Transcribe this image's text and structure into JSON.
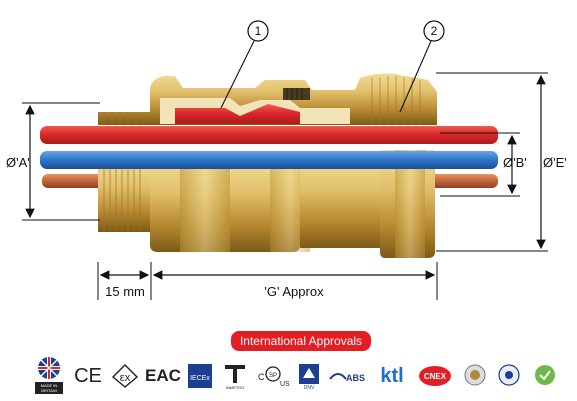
{
  "callouts": [
    {
      "number": "1"
    },
    {
      "number": "2"
    }
  ],
  "dimensions": {
    "a": "Ø'A'",
    "b": "Ø'B'",
    "e": "Ø'E'",
    "fifteen": "15 mm",
    "g": "'G' Approx"
  },
  "approvals": {
    "title": "International Approvals",
    "logos": [
      {
        "name": "made-in-britain-logo",
        "text": "MADE IN BRITAIN"
      },
      {
        "name": "ce-mark-logo",
        "text": "CE"
      },
      {
        "name": "ex-mark-logo",
        "text": "Ex"
      },
      {
        "name": "eac-mark-logo",
        "text": "EAC"
      },
      {
        "name": "iecex-logo",
        "text": "IECEx"
      },
      {
        "name": "inmetro-logo",
        "text": "INMETRO"
      },
      {
        "name": "csa-us-logo",
        "text": "C US"
      },
      {
        "name": "dnv-logo",
        "text": "DNV"
      },
      {
        "name": "abs-logo",
        "text": "ABS"
      },
      {
        "name": "ktl-logo",
        "text": "ktl"
      },
      {
        "name": "cnex-logo",
        "text": "CNEX"
      },
      {
        "name": "bureau-veritas-logo",
        "text": ""
      },
      {
        "name": "lloyds-register-logo",
        "text": ""
      },
      {
        "name": "green-cert-logo",
        "text": ""
      }
    ]
  },
  "colors": {
    "brass_light": "#e9cf7e",
    "brass_mid": "#c9a145",
    "brass_dark": "#8f6a1e",
    "red_conductor": "#d9262b",
    "blue_conductor": "#2b73c8",
    "copper": "#c0653a",
    "badge_red": "#e31e24"
  }
}
